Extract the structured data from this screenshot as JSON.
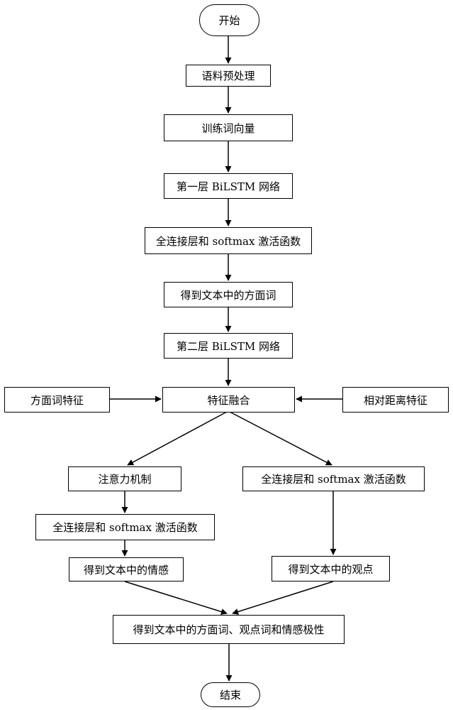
{
  "nodes": {
    "start": "开始",
    "preprocess": "语料预处理",
    "word_vec": "训练词向量",
    "bilstm1": "第一层 BiLSTM 网络",
    "fc_softmax_1": "全连接层和 softmax 激活函数",
    "aspect_words": "得到文本中的方面词",
    "bilstm2": "第二层 BiLSTM 网络",
    "aspect_feature": "方面词特征",
    "fusion": "特征融合",
    "distance_feature": "相对距离特征",
    "attention": "注意力机制",
    "fc_softmax_right": "全连接层和 softmax 激活函数",
    "fc_softmax_left": "全连接层和 softmax 激活函数",
    "sentiment": "得到文本中的情感",
    "opinion": "得到文本中的观点",
    "result": "得到文本中的方面词、观点词和情感极性",
    "end": "结束"
  }
}
